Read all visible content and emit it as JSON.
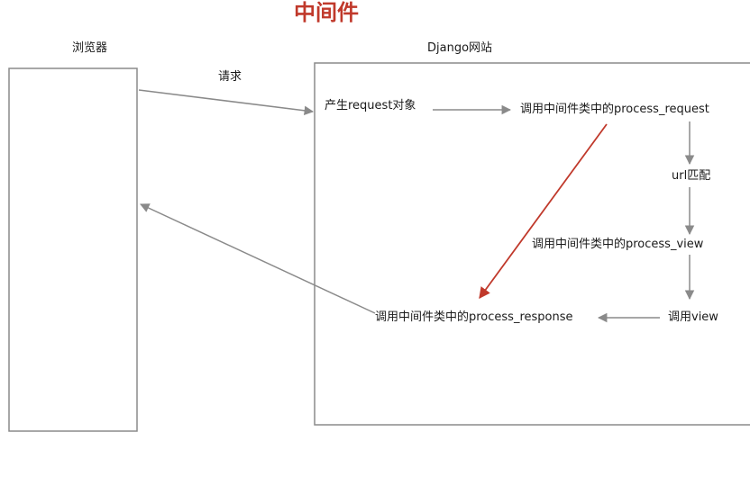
{
  "title": "中间件",
  "browser": {
    "label": "浏览器"
  },
  "site": {
    "label": "Django网站"
  },
  "request_arrow": {
    "label": "请求"
  },
  "nodes": {
    "create_request": "产生request对象",
    "process_request": "调用中间件类中的process_request",
    "url_match": "url匹配",
    "process_view": "调用中间件类中的process_view",
    "call_view": "调用view",
    "process_response": "调用中间件类中的process_response"
  },
  "colors": {
    "title": "#c0392b",
    "box_border": "#8a8a8a",
    "arrow": "#8a8a8a",
    "shortcut_arrow": "#c0392b"
  }
}
